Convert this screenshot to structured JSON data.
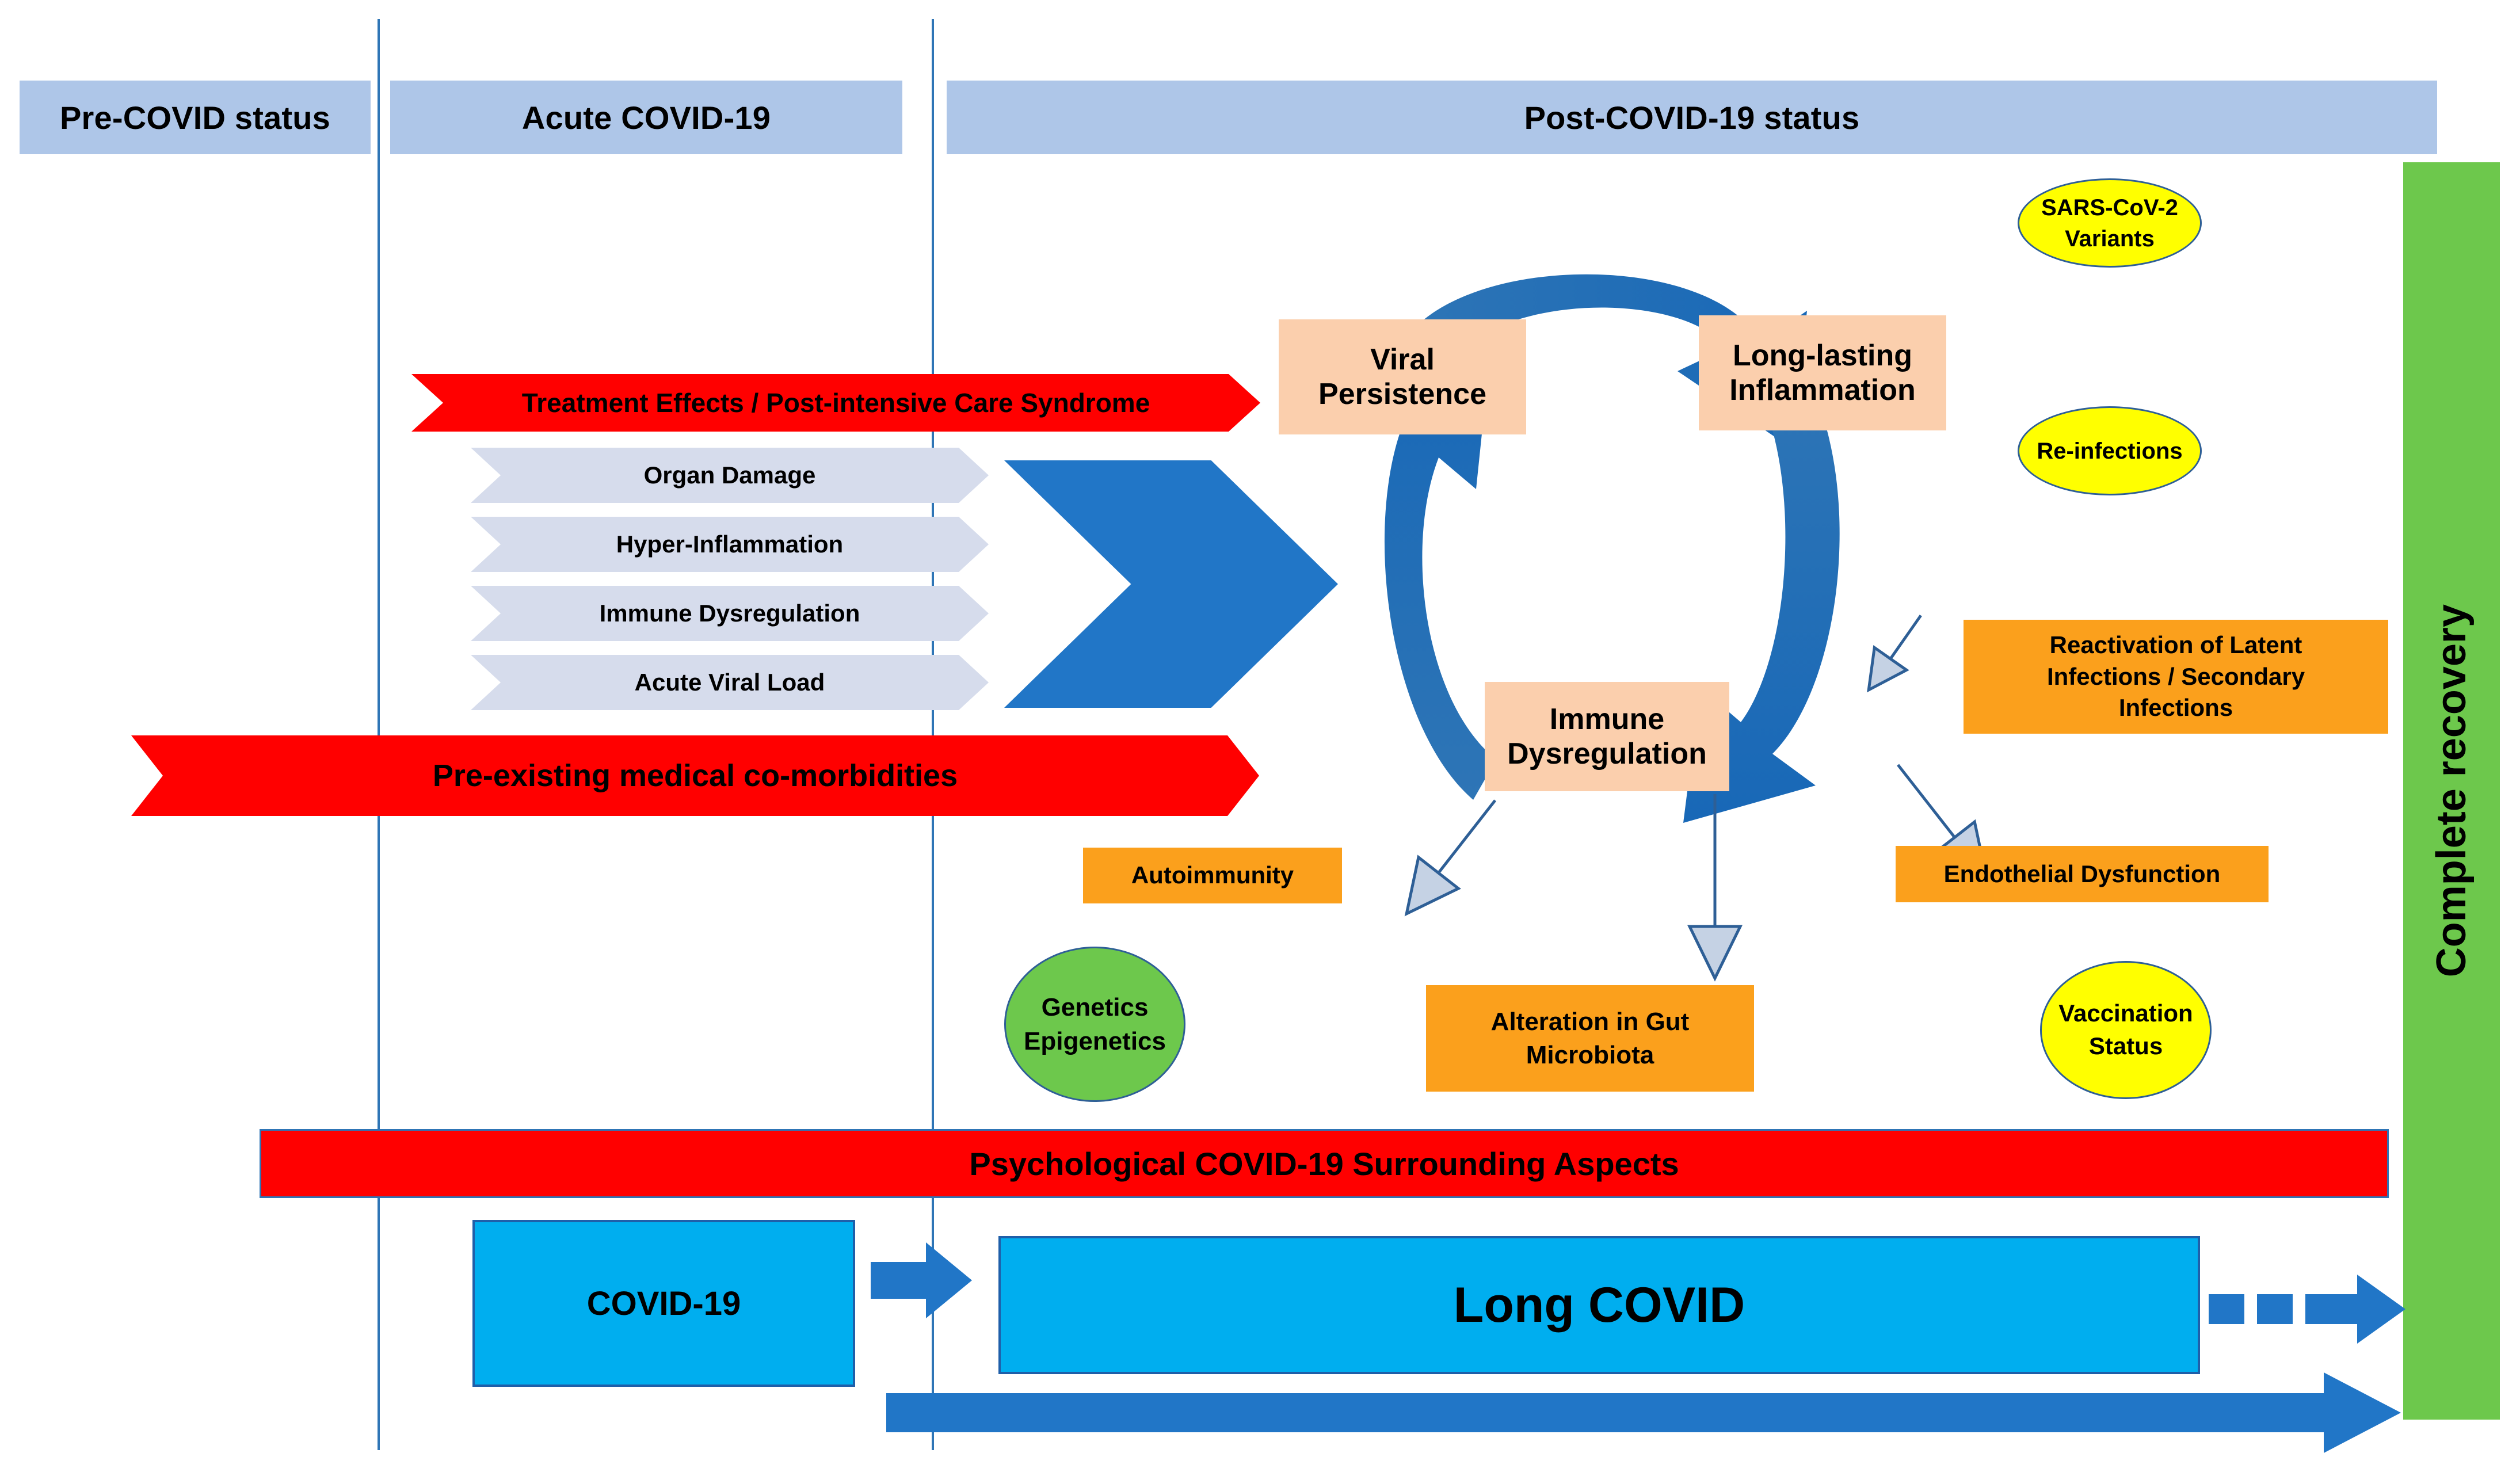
{
  "phases": [
    {
      "label": "Pre-COVID status"
    },
    {
      "label": "Acute COVID-19"
    },
    {
      "label": "Post-COVID-19 status"
    }
  ],
  "acute_factors": [
    {
      "label": "Organ Damage"
    },
    {
      "label": "Hyper-Inflammation"
    },
    {
      "label": "Immune Dysregulation"
    },
    {
      "label": "Acute Viral Load"
    }
  ],
  "ribbons": {
    "treatment_effects": "Treatment Effects / Post-intensive Care Syndrome",
    "comorbidities": "Pre-existing medical co-morbidities",
    "psychological": "Psychological COVID-19 Surrounding Aspects"
  },
  "cycle": {
    "viral_persistence": "Viral\nPersistence",
    "long_lasting_inflammation": "Long-lasting\nInflammation",
    "immune_dysregulation": "Immune\nDysregulation"
  },
  "modifiers": {
    "sars_variants": "SARS-CoV-2\nVariants",
    "reinfections": "Re-infections",
    "reactivation": "Reactivation of Latent\nInfections / Secondary\nInfections",
    "autoimmunity": "Autoimmunity",
    "genetics": "Genetics\nEpigenetics",
    "gut_microbiota": "Alteration in Gut\nMicrobiota",
    "endothelial": "Endothelial Dysfunction",
    "vaccination": "Vaccination\nStatus"
  },
  "timeline": {
    "covid19": "COVID-19",
    "long_covid": "Long COVID",
    "recovery": "Complete recovery"
  },
  "colors": {
    "banner_blue": "#AEC6E8",
    "divider_blue": "#2E75B6",
    "chevron_gray": "#D6DCEC",
    "ribbon_red": "#FF0000",
    "peach": "#FBCFAD",
    "orange": "#FBA01C",
    "yellow": "#FFFF00",
    "green": "#6DC84C",
    "cyan": "#00AEEF",
    "arrow_blue": "#2176C7",
    "arrow_gray": "#C5D2E4"
  }
}
